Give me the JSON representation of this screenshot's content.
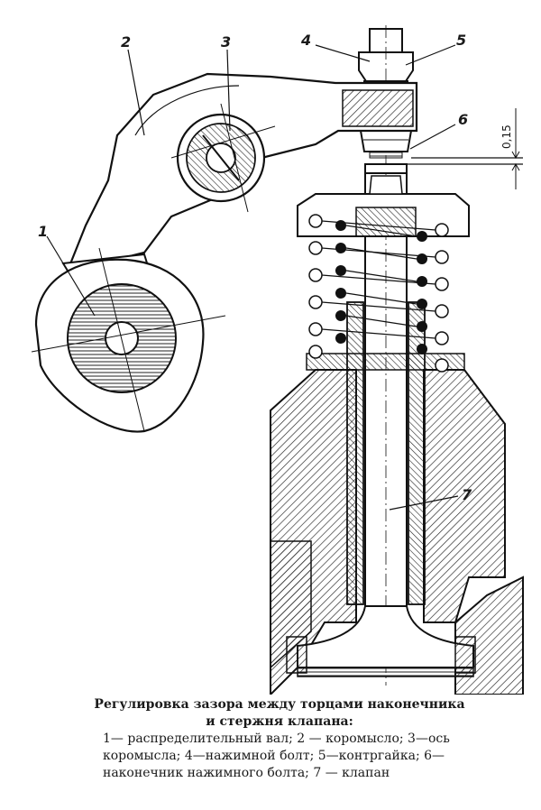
{
  "labels": {
    "camshaft": "1",
    "rocker": "2",
    "rocker_axle": "3",
    "push_bolt": "4",
    "locknut": "5",
    "bolt_tip": "6",
    "valve": "7"
  },
  "dimension": "0,15",
  "caption": {
    "title": "Регулировка зазора между торцами наконечника и стержня клапана:",
    "text": "1— распределительный вал; 2 — коромысло; 3—ось коромысла; 4—нажимной болт; 5—контргайка; 6—наконечник нажимного болта; 7 — клапан"
  }
}
